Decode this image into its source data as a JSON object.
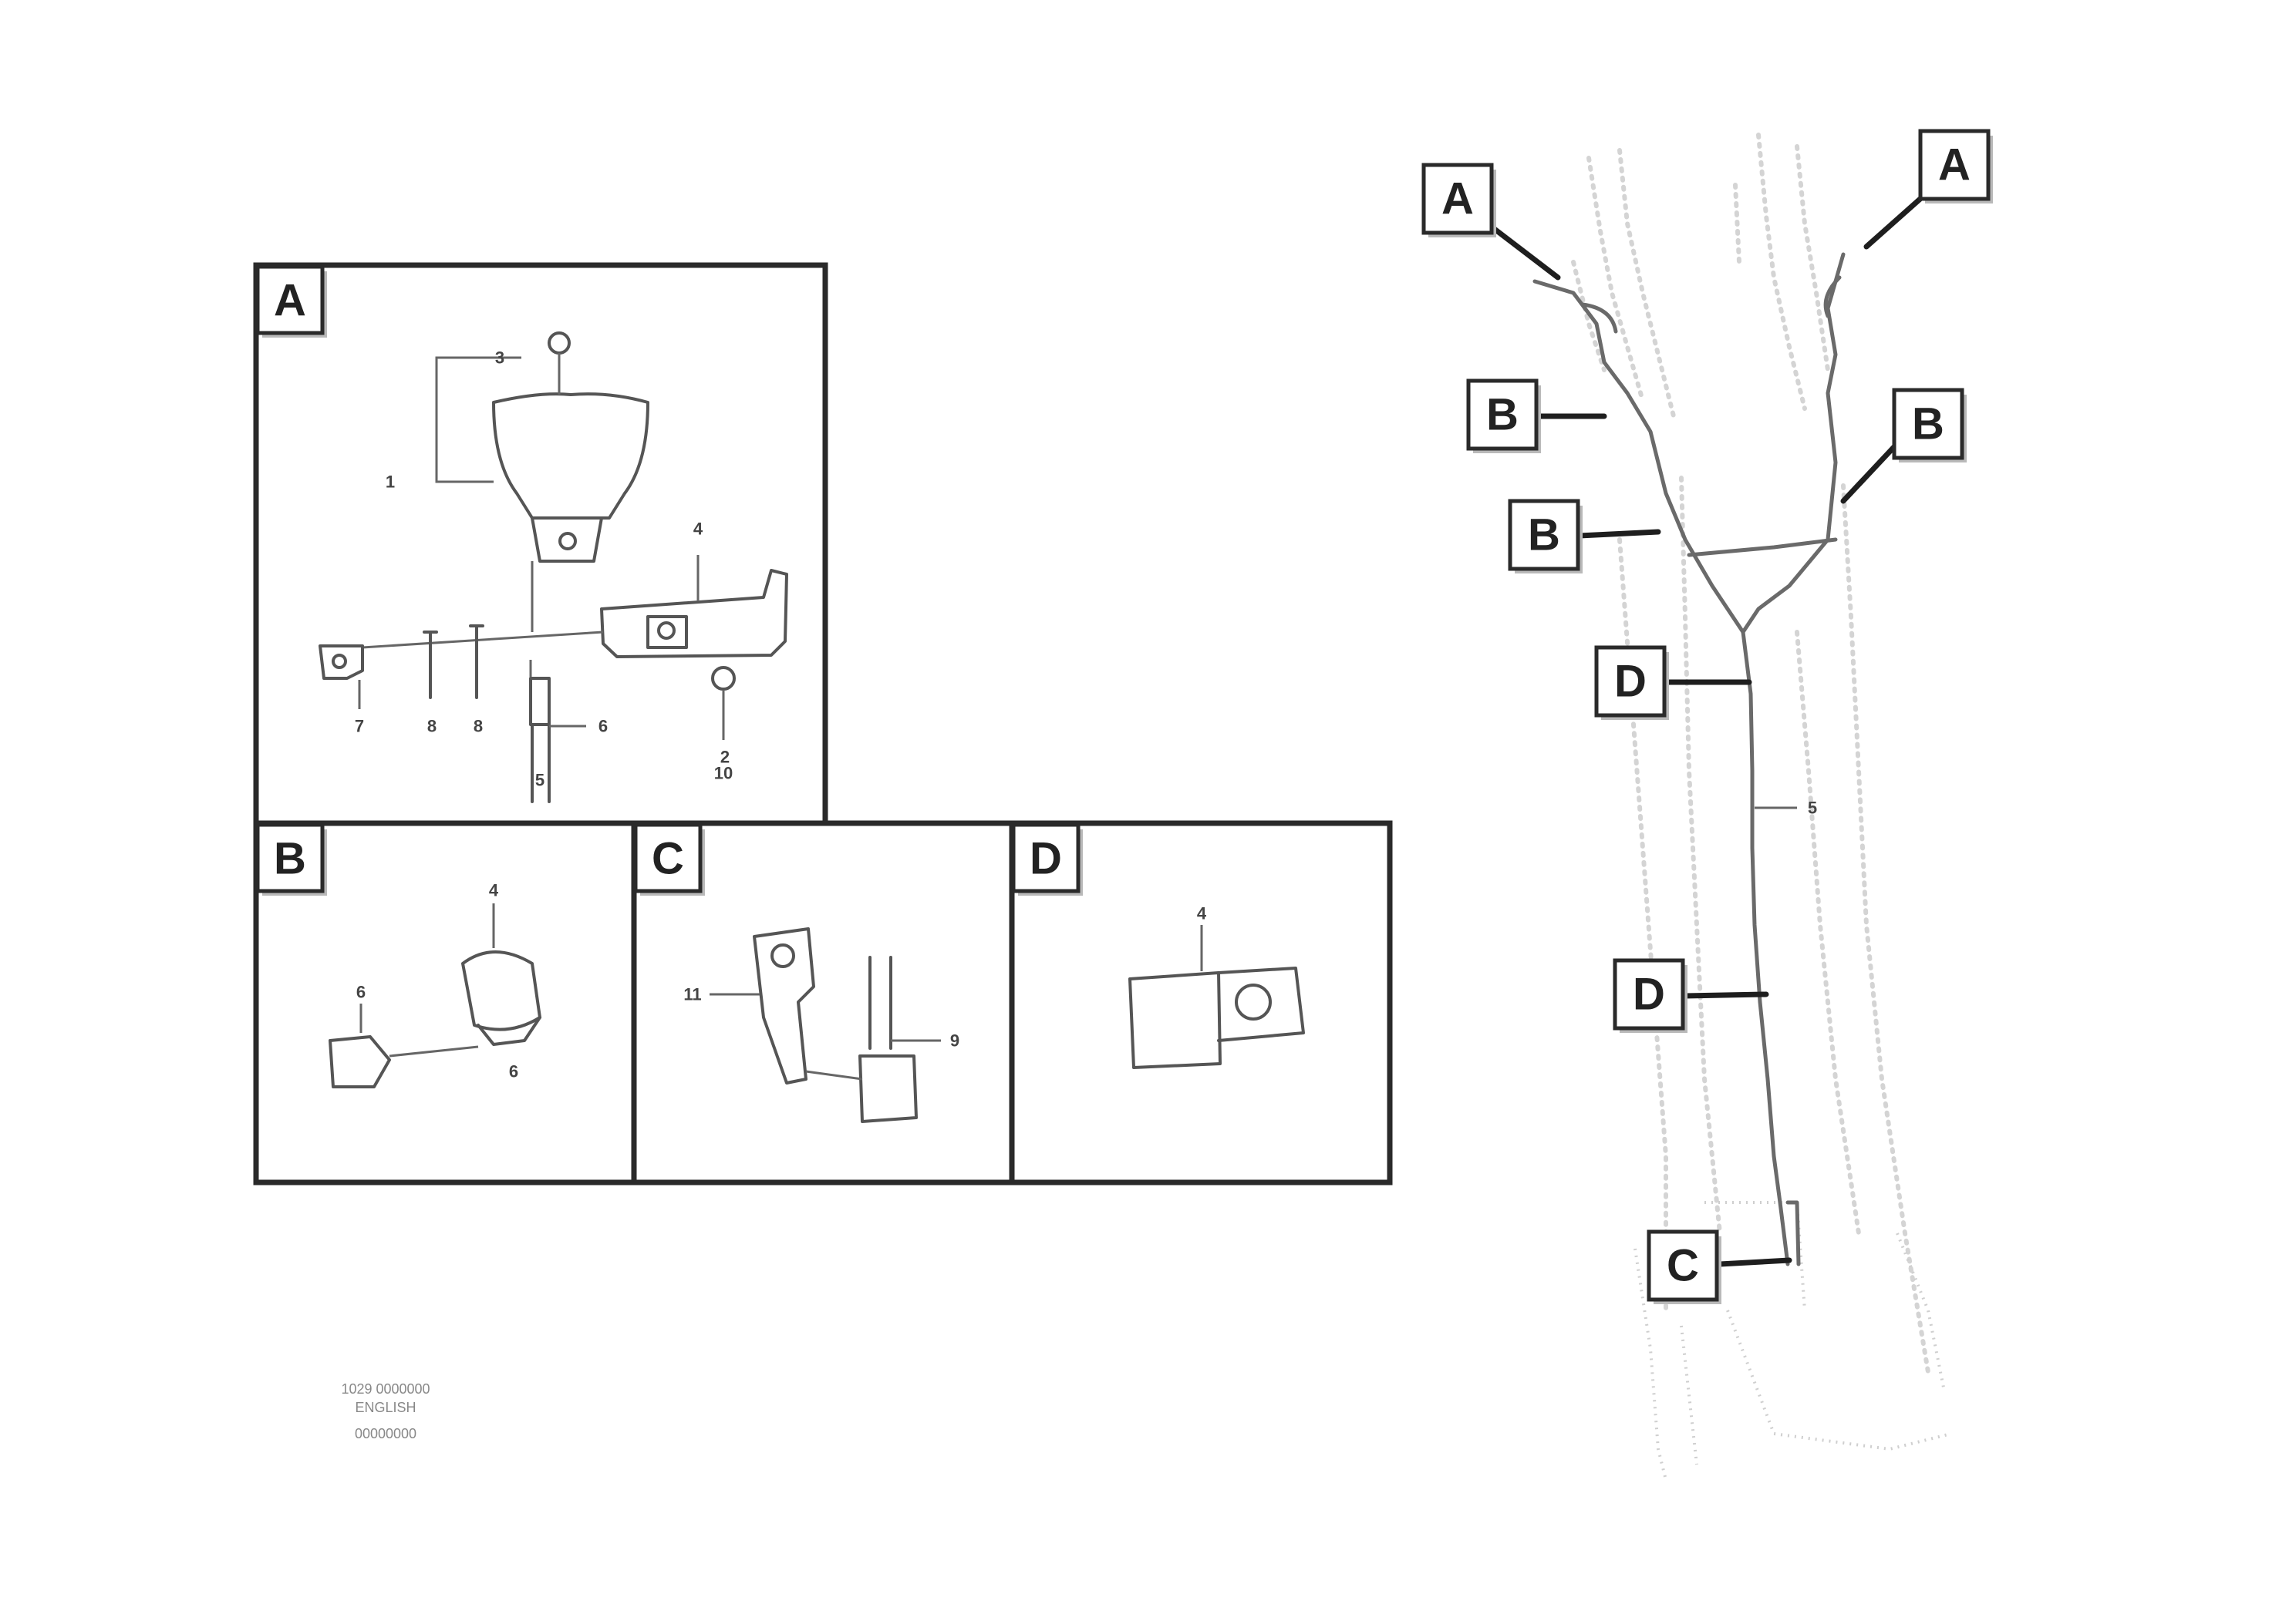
{
  "panels": [
    {
      "label": "A",
      "numbers": [
        "3",
        "1",
        "4",
        "2",
        "7",
        "8",
        "8",
        "6",
        "5",
        "10"
      ]
    },
    {
      "label": "B",
      "numbers": [
        "4",
        "6",
        "6"
      ]
    },
    {
      "label": "C",
      "numbers": [
        "11",
        "9"
      ]
    },
    {
      "label": "D",
      "numbers": [
        "4"
      ]
    }
  ],
  "machine_callouts": [
    "A",
    "A",
    "B",
    "B",
    "B",
    "D",
    "D",
    "C"
  ],
  "machine_numbers": [
    "5"
  ],
  "reference": [
    "1029 0000000",
    "ENGLISH",
    "00000000"
  ],
  "colors": {
    "ink": "#2a2a2a",
    "line": "#555555",
    "ghost": "#d4d4d4",
    "background": "#ffffff"
  }
}
